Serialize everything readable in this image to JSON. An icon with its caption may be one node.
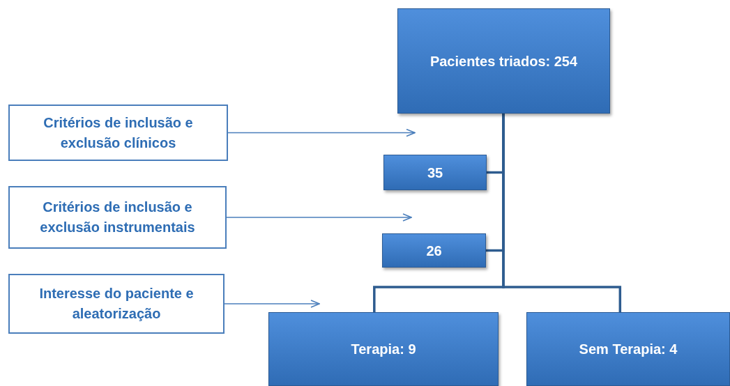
{
  "diagram": {
    "nodes": [
      {
        "text": [
          "Pacientes triados: 254"
        ]
      },
      {
        "text": [
          "Critérios de inclusão e exclusão clínicos"
        ]
      },
      {
        "text": [
          "35"
        ]
      },
      {
        "text": [
          "Critérios de inclusão e exclusão instrumentais"
        ]
      },
      {
        "text": [
          "26"
        ]
      },
      {
        "text": [
          "Interesse do paciente e aleatorização"
        ]
      },
      {
        "text": [
          "Terapia: 9"
        ]
      },
      {
        "text": [
          "Sem Terapia: 4"
        ]
      }
    ],
    "edges": [
      {
        "from": 1,
        "to": 0,
        "arrow": "to"
      },
      {
        "from": 3,
        "to": 4,
        "arrow": "to"
      },
      {
        "from": 5,
        "to": 6,
        "arrow": "to"
      },
      {
        "from": 0,
        "to": 2,
        "arrow": "none"
      },
      {
        "from": 0,
        "to": 4,
        "arrow": "none"
      },
      {
        "from": 0,
        "to": 6,
        "arrow": "none"
      },
      {
        "from": 0,
        "to": 7,
        "arrow": "none"
      }
    ]
  }
}
